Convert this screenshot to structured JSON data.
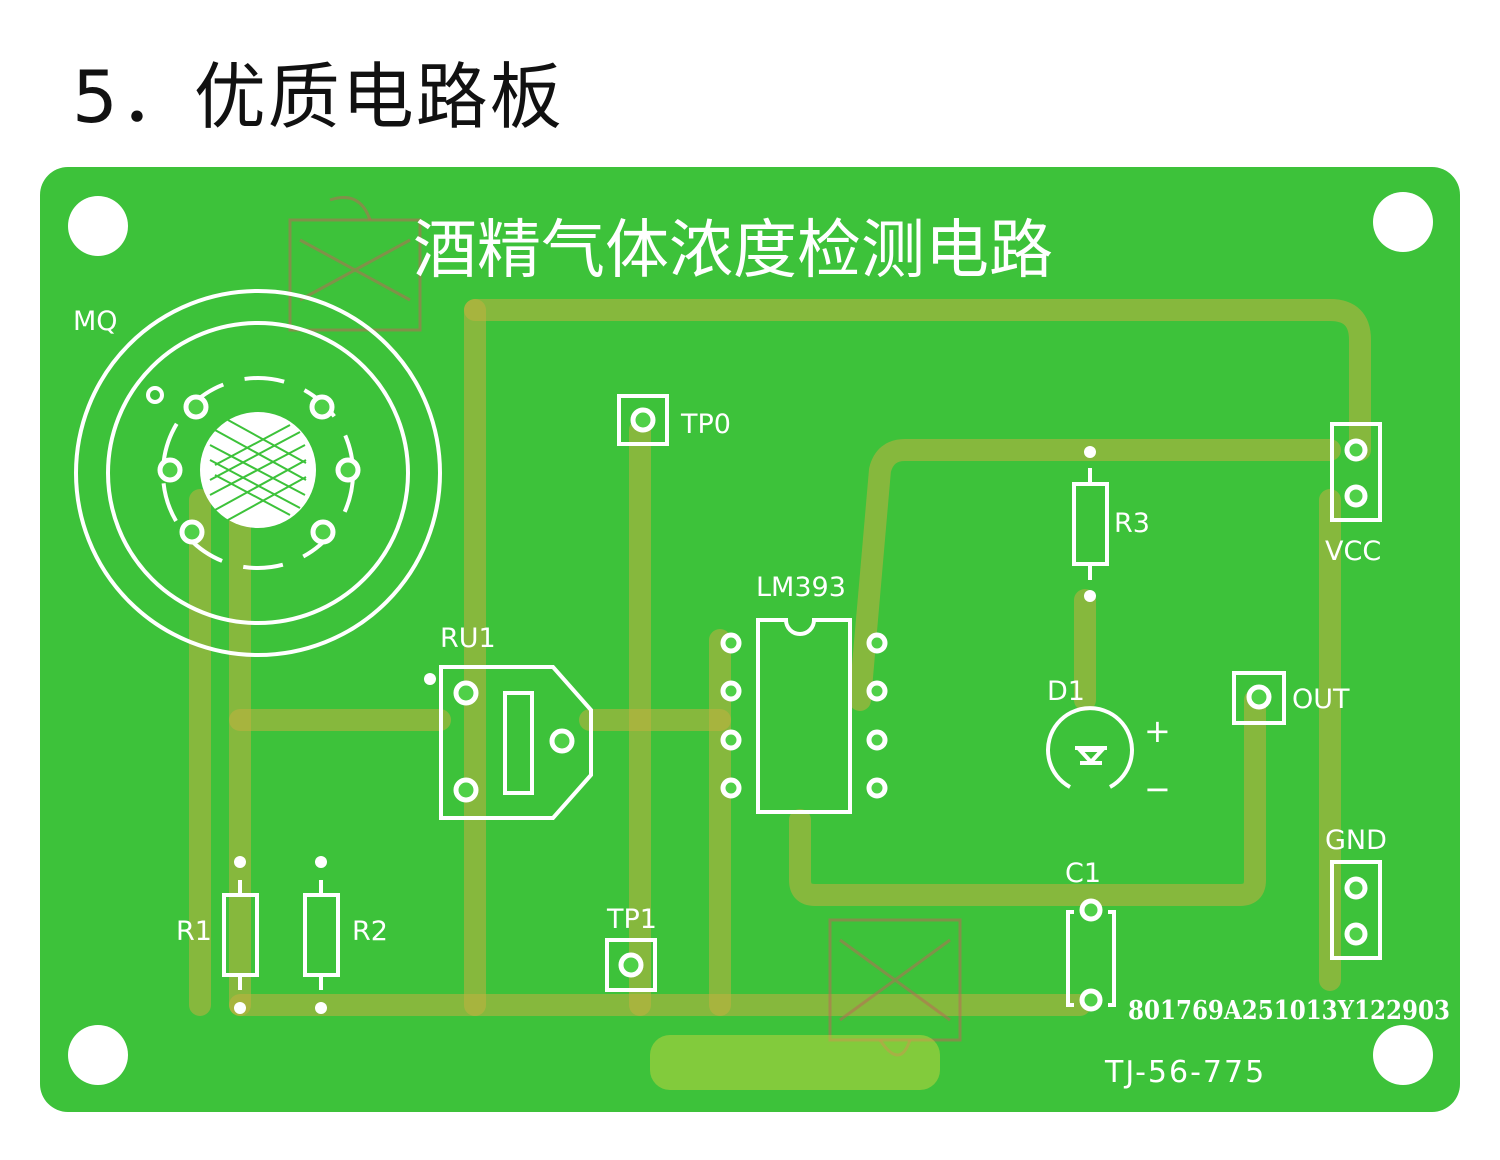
{
  "heading": "5．优质电路板",
  "board": {
    "title": "酒精气体浓度检测电路",
    "colors": {
      "substrate": "#3dc23a",
      "copper": "#c9a53a",
      "silk": "#ffffff",
      "pad_fill": "#4fd048"
    },
    "labels": {
      "mq": "MQ",
      "ru1": "RU1",
      "tp0": "TP0",
      "tp1": "TP1",
      "lm393": "LM393",
      "r1": "R1",
      "r2": "R2",
      "r3": "R3",
      "d1": "D1",
      "plus": "+",
      "minus": "−",
      "out": "OUT",
      "vcc": "VCC",
      "gnd": "GND",
      "c1": "C1",
      "serial": "801769A251013Y122903",
      "model": "TJ-56-775"
    }
  }
}
